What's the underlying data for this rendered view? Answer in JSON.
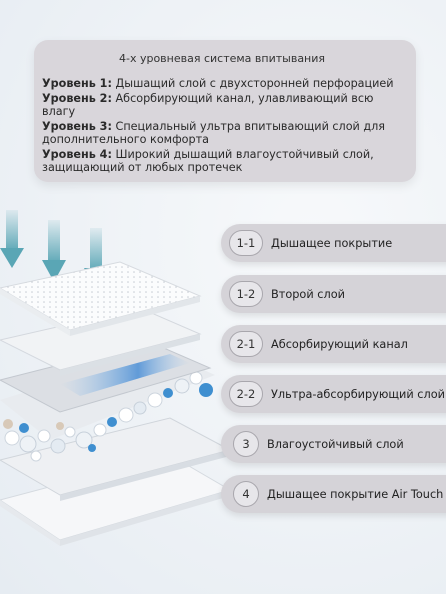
{
  "card": {
    "title": "4-х уровневая система впитывания",
    "levels": [
      {
        "label": "Уровень 1:",
        "text": "Дышащий слой с двухсторонней перфорацией"
      },
      {
        "label": "Уровень 2:",
        "text": "Абсорбирующий канал, улавливающий всю влагу"
      },
      {
        "label": "Уровень 3:",
        "text": "Специальный ультра впитывающий слой для",
        "text2": "дополнительного комфорта"
      },
      {
        "label": "Уровень 4:",
        "text": "Широкий дышащий влагоустойчивый слой,",
        "text2": "защищающий от любых протечек"
      }
    ]
  },
  "layers": [
    {
      "num": "1-1",
      "label": "Дышащее покрытие"
    },
    {
      "num": "1-2",
      "label": "Второй слой"
    },
    {
      "num": "2-1",
      "label": "Абсорбирующий канал"
    },
    {
      "num": "2-2",
      "label": "Ультра-абсорбирующий слой"
    },
    {
      "num": "3",
      "label": "Влагоустойчивый слой"
    },
    {
      "num": "4",
      "label": "Дышащее покрытие Air Touch"
    }
  ],
  "colors": {
    "arrow": "#5aa6b5",
    "bead": "#3f8fd0",
    "card": "#d9d6db"
  }
}
